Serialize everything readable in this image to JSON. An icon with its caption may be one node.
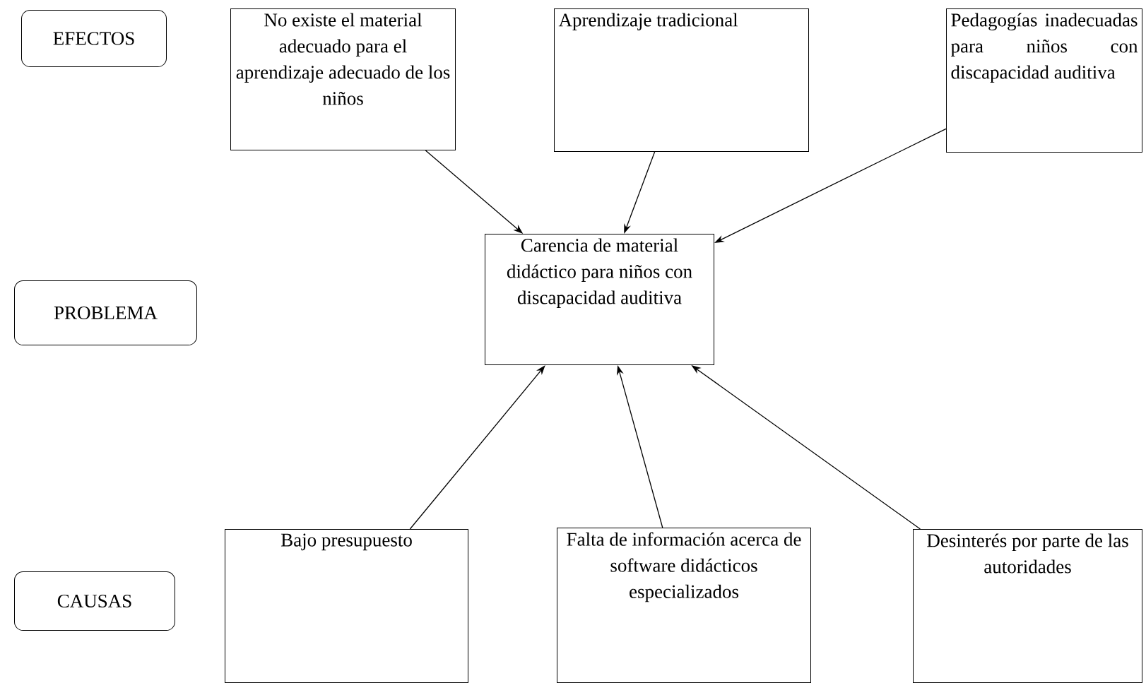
{
  "diagram": {
    "nodes": [
      {
        "text": [
          "EFECTOS"
        ]
      },
      {
        "text": [
          "No existe el material adecuado para el aprendizaje adecuado de los niños"
        ]
      },
      {
        "text": [
          "Aprendizaje tradicional"
        ]
      },
      {
        "text": [
          "Pedagogías inadecuadas para niños con discapacidad auditiva"
        ]
      },
      {
        "text": [
          "PROBLEMA"
        ]
      },
      {
        "text": [
          "Carencia de material didáctico para niños con discapacidad auditiva"
        ]
      },
      {
        "text": [
          "CAUSAS"
        ]
      },
      {
        "text": [
          "Bajo presupuesto"
        ]
      },
      {
        "text": [
          "Falta de información acerca de software didácticos especializados"
        ]
      },
      {
        "text": [
          "Desinterés por parte de las autoridades"
        ]
      }
    ],
    "edges": [
      {
        "from": 1,
        "to": 5,
        "arrow": "to"
      },
      {
        "from": 2,
        "to": 5,
        "arrow": "to"
      },
      {
        "from": 3,
        "to": 5,
        "arrow": "to"
      },
      {
        "from": 7,
        "to": 5,
        "arrow": "to"
      },
      {
        "from": 8,
        "to": 5,
        "arrow": "to"
      },
      {
        "from": 9,
        "to": 5,
        "arrow": "to"
      }
    ]
  }
}
